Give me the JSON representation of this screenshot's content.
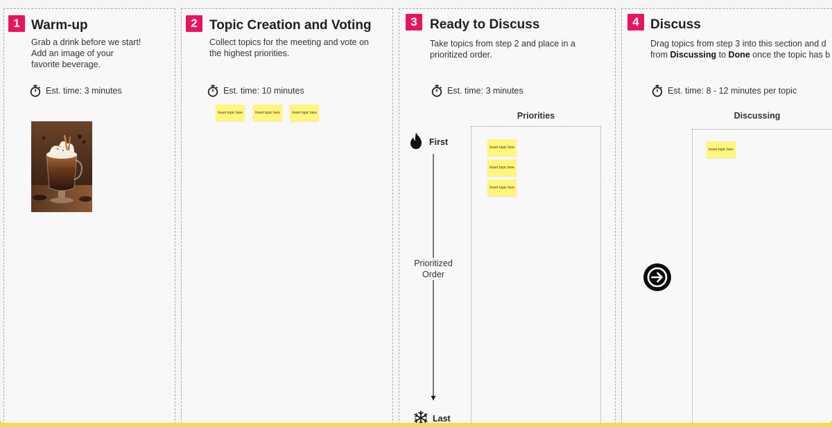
{
  "steps": [
    {
      "number": "1",
      "title": "Warm-up",
      "description_lines": [
        "Grab a drink before we start!",
        "Add an image of your",
        "favorite beverage."
      ],
      "est_time": "Est. time: 3 minutes"
    },
    {
      "number": "2",
      "title": "Topic Creation and Voting",
      "description_lines": [
        "Collect topics for the meeting and vote on",
        "the highest priorities."
      ],
      "est_time": "Est. time: 10 minutes",
      "stickies": [
        "Insert topic here",
        "Insert topic here",
        "Insert topic here"
      ]
    },
    {
      "number": "3",
      "title": "Ready to Discuss",
      "description_lines": [
        "Take topics from step 2 and place in a",
        "prioritized order."
      ],
      "est_time": "Est. time: 3 minutes",
      "priorities_label": "Priorities",
      "order_first": "First",
      "order_middle_lines": [
        "Prioritized",
        "Order"
      ],
      "order_last": "Last",
      "stickies": [
        "Insert topic here",
        "Insert topic here",
        "Insert topic here"
      ]
    },
    {
      "number": "4",
      "title": "Discuss",
      "description": {
        "line1": "Drag topics from step 3 into this section and d",
        "line2_prefix": "from ",
        "line2_bold1": "Discussing",
        "line2_mid": " to ",
        "line2_bold2": "Done",
        "line2_suffix": " once the topic has b"
      },
      "est_time": "Est. time: 8 - 12 minutes per topic",
      "discussing_label": "Discussing",
      "stickies": [
        "Insert topic here"
      ]
    }
  ],
  "icons": {
    "timer": "stopwatch-icon",
    "first": "flame-icon",
    "last": "snowflake-icon",
    "next": "arrow-right-circle-icon"
  },
  "colors": {
    "badge": "#e8145f",
    "sticky": "#fff67a",
    "border_accent": "#f3da58"
  }
}
